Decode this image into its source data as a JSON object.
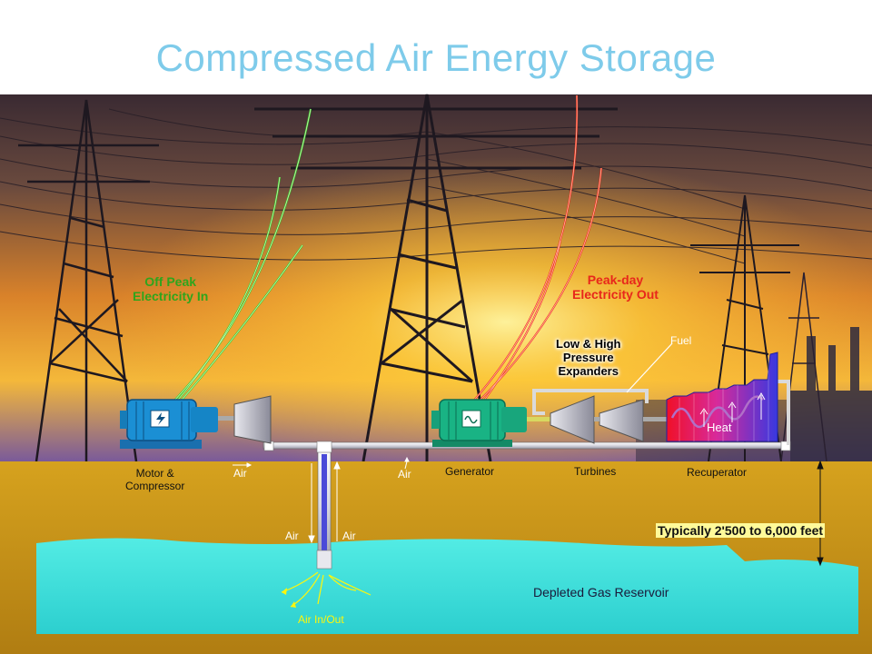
{
  "title": "Compressed Air Energy Storage",
  "labels": {
    "off_peak_line1": "Off Peak",
    "off_peak_line2": "Electricity In",
    "peak_day_line1": "Peak-day",
    "peak_day_line2": "Electricity Out",
    "expanders_line1": "Low & High",
    "expanders_line2": "Pressure",
    "expanders_line3": "Expanders",
    "fuel": "Fuel",
    "heat": "Heat",
    "motor_line1": "Motor &",
    "motor_line2": "Compressor",
    "generator": "Generator",
    "turbines": "Turbines",
    "recuperator": "Recuperator",
    "air": "Air",
    "depth": "Typically 2'500 to 6,000 feet",
    "reservoir": "Depleted Gas Reservoir",
    "air_in_out": "Air In/Out"
  },
  "colors": {
    "title": "#7ecbea",
    "off_peak": "#2fa51c",
    "peak_day": "#e8271b",
    "ground": "#c89418",
    "reservoir": "#3fe3dc",
    "motor": "#1b8fd4",
    "generator": "#19b384",
    "recuperator_hot": "#e8122a",
    "recuperator_cool": "#3a3ad8"
  },
  "icons": {
    "motor_symbol": "lightning-bolt-icon",
    "generator_symbol": "sine-wave-icon"
  }
}
